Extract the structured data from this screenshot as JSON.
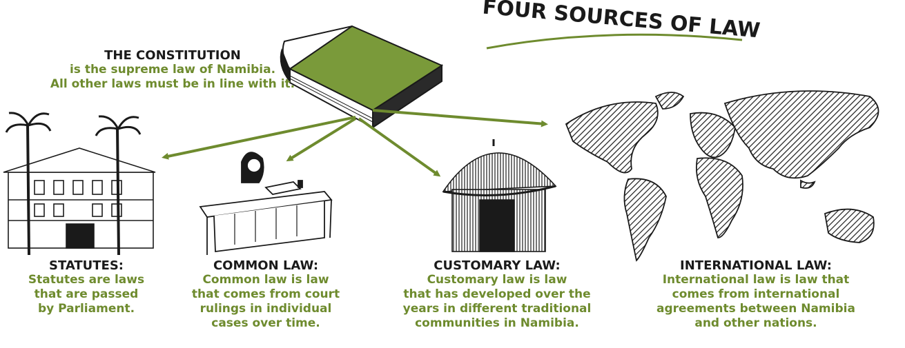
{
  "title": "FOUR SOURCES OF LAW",
  "colors": {
    "accent": "#6e8b2e",
    "book": "#7a9a3a",
    "ink": "#1a1a1a"
  },
  "constitution": {
    "title": "THE CONSTITUTION",
    "line1": "is the supreme law of Namibia.",
    "line2": "All other laws must be in line with it."
  },
  "sources": [
    {
      "title": "STATUTES:",
      "lines": [
        "Statutes are laws",
        "that are passed",
        "by Parliament."
      ]
    },
    {
      "title": "COMMON LAW:",
      "lines": [
        "Common law is law",
        "that comes from court",
        "rulings in individual",
        "cases over time."
      ]
    },
    {
      "title": "CUSTOMARY LAW:",
      "lines": [
        "Customary law is law",
        "that has developed over the",
        "years in different traditional",
        "communities in Namibia."
      ]
    },
    {
      "title": "INTERNATIONAL LAW:",
      "lines": [
        "International law is law that",
        "comes from international",
        "agreements between Namibia",
        "and other nations."
      ]
    }
  ],
  "icons": [
    "book-icon",
    "parliament-building-icon",
    "judge-desk-icon",
    "hut-icon",
    "world-map-icon"
  ]
}
